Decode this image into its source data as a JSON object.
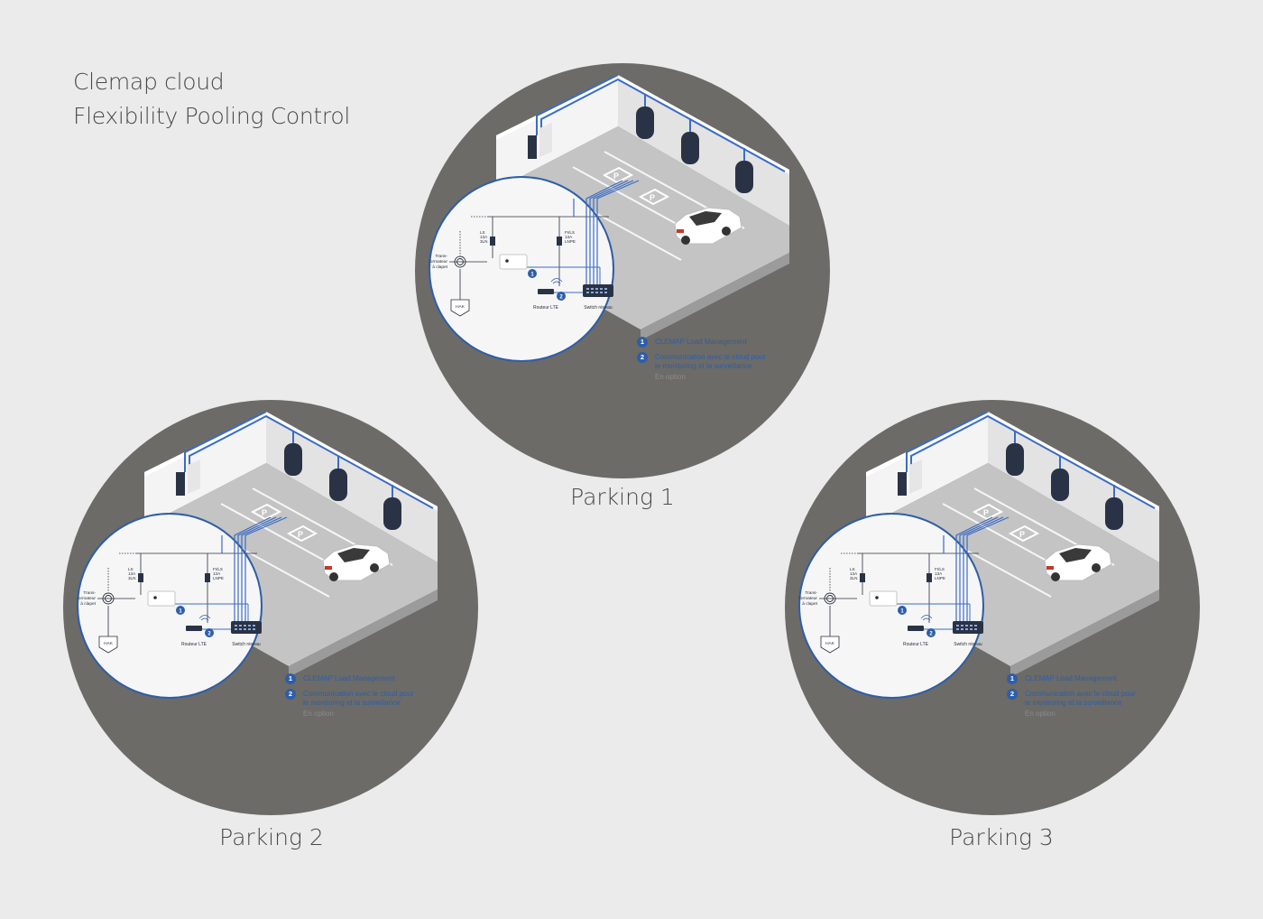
{
  "header": {
    "line1": "Clemap cloud",
    "line2": "Flexibility Pooling Control"
  },
  "diagram": {
    "transformer_label_1": "Trans-",
    "transformer_label_2": "formateur",
    "transformer_label_3": "à clapet",
    "hak_label": "HAK",
    "breaker1_line1": "LS",
    "breaker1_line2": "13A",
    "breaker1_line3": "3LN",
    "breaker2_line1": "FI/LS",
    "breaker2_line2": "13A",
    "breaker2_line3": "LNPE",
    "router_label": "Routeur LTE",
    "switch_label": "Switch réseau",
    "legend_1_num": "1",
    "legend_1_text": "CLEMAP Load Management",
    "legend_2_num": "2",
    "legend_2_line1": "Communication avec le cloud pour",
    "legend_2_line2": "le monitoring et la surveillance",
    "legend_2_option": "En option"
  },
  "parkings": {
    "p1": "Parking 1",
    "p2": "Parking 2",
    "p3": "Parking 3"
  },
  "colors": {
    "background": "#ebebeb",
    "circle": "#6c6b68",
    "accent": "#2e5ea8",
    "cable": "#3b6cc4"
  }
}
